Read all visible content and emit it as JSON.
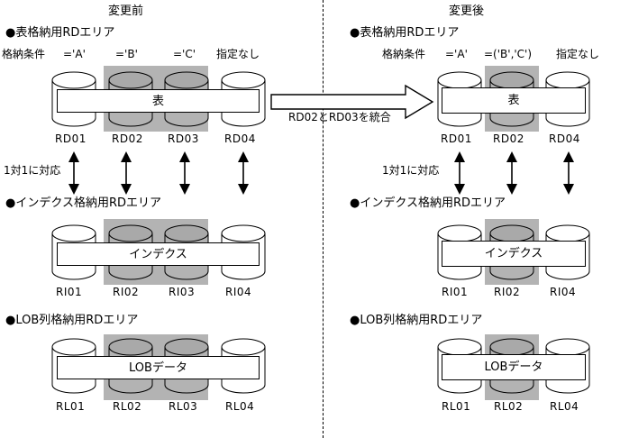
{
  "diagram": {
    "panels": [
      {
        "id": "before",
        "title": "変更前",
        "sections": [
          {
            "id": "table-area-before",
            "heading": "●表格納用RDエリア",
            "condition_label": "格納条件",
            "conditions": [
              "='A'",
              "='B'",
              "='C'",
              "指定なし"
            ],
            "box_label": "表",
            "areas": [
              "RD01",
              "RD02",
              "RD03",
              "RD04"
            ],
            "highlighted": [
              "RD02",
              "RD03"
            ]
          },
          {
            "id": "index-area-before",
            "heading": "●インデクス格納用RDエリア",
            "relation_label": "1対1に対応",
            "box_label": "インデクス",
            "areas": [
              "RI01",
              "RI02",
              "RI03",
              "RI04"
            ],
            "highlighted": [
              "RI02",
              "RI03"
            ]
          },
          {
            "id": "lob-area-before",
            "heading": "●LOB列格納用RDエリア",
            "box_label": "LOBデータ",
            "areas": [
              "RL01",
              "RL02",
              "RL03",
              "RL04"
            ],
            "highlighted": [
              "RL02",
              "RL03"
            ]
          }
        ]
      },
      {
        "id": "after",
        "title": "変更後",
        "sections": [
          {
            "id": "table-area-after",
            "heading": "●表格納用RDエリア",
            "condition_label": "格納条件",
            "conditions": [
              "='A'",
              "=('B','C')",
              "指定なし"
            ],
            "box_label": "表",
            "areas": [
              "RD01",
              "RD02",
              "RD04"
            ],
            "highlighted": [
              "RD02"
            ]
          },
          {
            "id": "index-area-after",
            "heading": "●インデクス格納用RDエリア",
            "relation_label": "1対1に対応",
            "box_label": "インデクス",
            "areas": [
              "RI01",
              "RI02",
              "RI04"
            ],
            "highlighted": [
              "RI02"
            ]
          },
          {
            "id": "lob-area-after",
            "heading": "●LOB列格納用RDエリア",
            "box_label": "LOBデータ",
            "areas": [
              "RL01",
              "RL02",
              "RL04"
            ],
            "highlighted": [
              "RL02"
            ]
          }
        ]
      }
    ],
    "transition": {
      "arrow_label": "RD02とRD03を統合",
      "arrow_icon": "right-block-arrow-icon"
    },
    "colors": {
      "highlight_gray": "#b3b3b3",
      "cylinder_fill": "#ffffff",
      "stroke": "#000000",
      "background": "#ffffff"
    }
  }
}
